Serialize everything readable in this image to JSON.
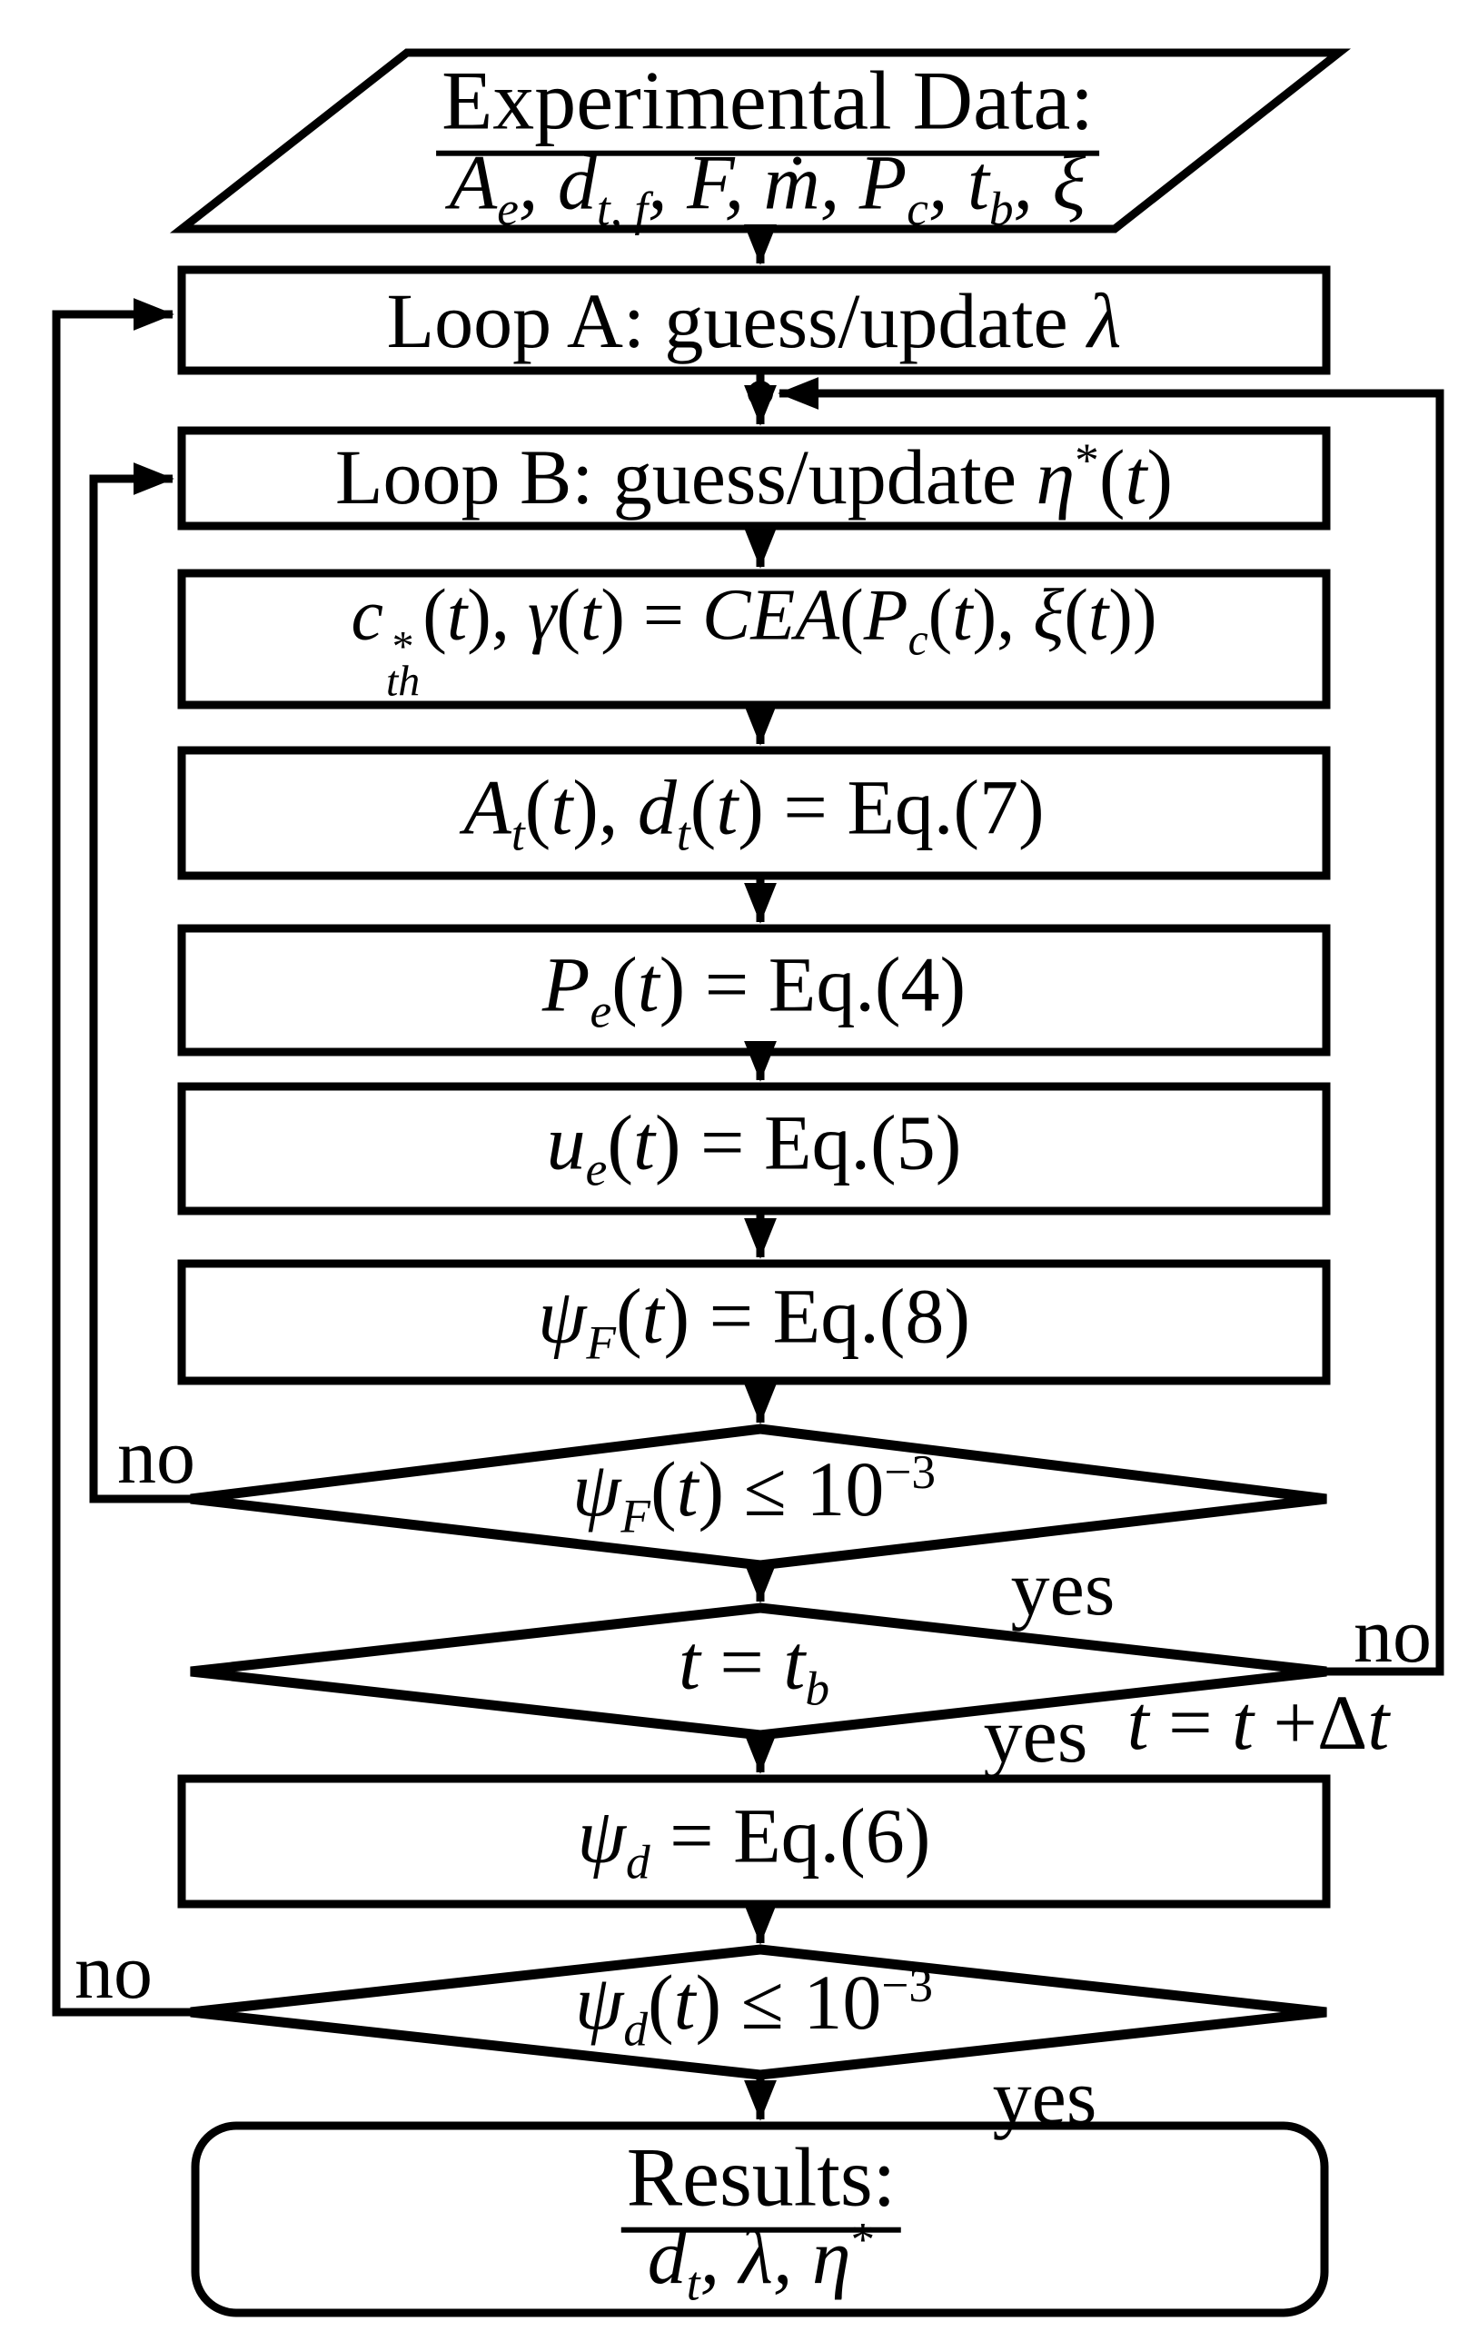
{
  "meta": {
    "background_color": "#ffffff",
    "line_color": "#000000"
  },
  "nodes": {
    "experimental_data": {
      "title": "Experimental Data:",
      "inputs_html": "<i>A<sub>e</sub>, d<sub>t, f</sub>, F, ṁ, P<sub>c</sub>, t<sub>b</sub>, ξ</i>"
    },
    "loop_a": {
      "label_html": "Loop A: guess/update <i>λ</i>"
    },
    "loop_b": {
      "label_html": "Loop B: guess/update <i>η</i><sup>*</sup>(<i>t</i>)"
    },
    "cea": {
      "label_html": "<i>c</i><span class='ss'><span>*</span><span><i>th</i></span></span>(<i>t</i>), <i>γ</i>(<i>t</i>) = <i>CEA</i>(<i>P<sub>c</sub></i>(<i>t</i>), <i>ξ</i>(<i>t</i>))"
    },
    "throat": {
      "label_html": "<i>A<sub>t</sub></i>(<i>t</i>), <i>d<sub>t</sub></i>(<i>t</i>) = Eq.(7)"
    },
    "exit_pressure": {
      "label_html": "<i>P<sub>e</sub></i>(<i>t</i>) = Eq.(4)"
    },
    "exit_velocity": {
      "label_html": "<i>u<sub>e</sub></i>(<i>t</i>) = Eq.(5)"
    },
    "thrust_residual": {
      "label_html": "<i>ψ<sub>F</sub></i>(<i>t</i>) = Eq.(8)"
    },
    "thrust_decision": {
      "label_html": "<i>ψ<sub>F</sub></i>(<i>t</i>) ≤ 10<sup>−3</sup>"
    },
    "burn_time_decision": {
      "label_html": "<i>t</i> = <i>t<sub>b</sub></i>"
    },
    "diameter_residual": {
      "label_html": "<i>ψ<sub>d</sub></i> = Eq.(6)"
    },
    "diameter_decision": {
      "label_html": "<i>ψ<sub>d</sub></i>(<i>t</i>) ≤ 10<sup>−3</sup>"
    },
    "results": {
      "title": "Results:",
      "outputs_html": "<i>d<sub>t</sub>, λ, η</i><sup>*</sup>"
    }
  },
  "edge_labels": {
    "thrust_no": "no",
    "thrust_yes": "yes",
    "burn_time_no": "no",
    "burn_time_yes": "yes",
    "time_increment_html": "<i>t</i> = <i>t</i> +Δ<i>t</i>",
    "diameter_no": "no",
    "diameter_yes": "yes"
  }
}
